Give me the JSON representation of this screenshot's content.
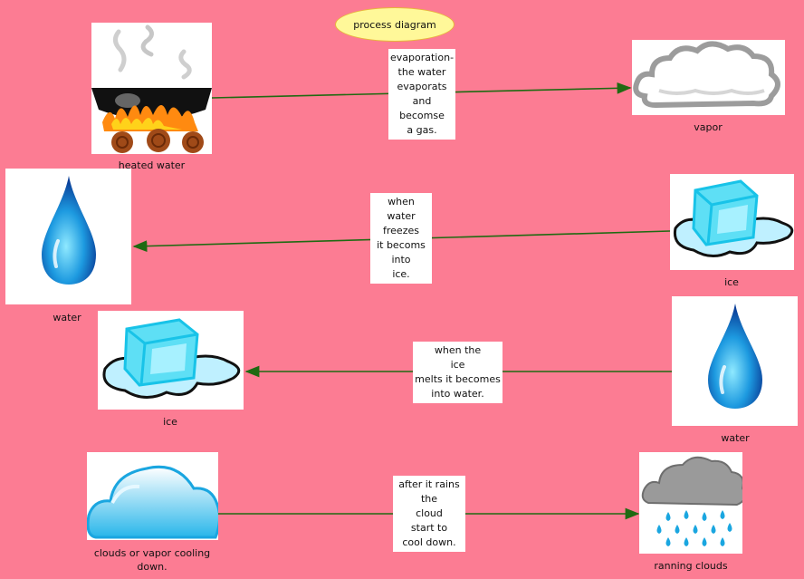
{
  "title": "process diagram",
  "nodes": {
    "heated_water": "heated water",
    "vapor": "vapor",
    "water_left": "water",
    "ice_right": "ice",
    "ice_left": "ice",
    "water_right": "water",
    "clouds_left": "clouds or vapor cooling down.",
    "rain_clouds": "ranning clouds"
  },
  "edges": {
    "evaporation": [
      "evaporation-",
      "the water",
      "evaporats",
      "and",
      "becomse",
      "a gas."
    ],
    "freeze": [
      "when water",
      "freezes",
      "it becoms",
      "into",
      "ice."
    ],
    "melt": [
      "when the",
      "ice",
      "melts it becomes",
      "into water."
    ],
    "rain": [
      "after it rains",
      "the",
      "cloud",
      "start to",
      "cool down."
    ]
  },
  "colors": {
    "background": "#fc7c93",
    "arrow": "#1f6a12",
    "title_fill": "#fff899"
  },
  "icons": [
    "pot-fire-icon",
    "cloud-gray-icon",
    "water-drop-icon",
    "ice-cube-icon",
    "cloud-blue-icon",
    "rain-cloud-icon"
  ]
}
